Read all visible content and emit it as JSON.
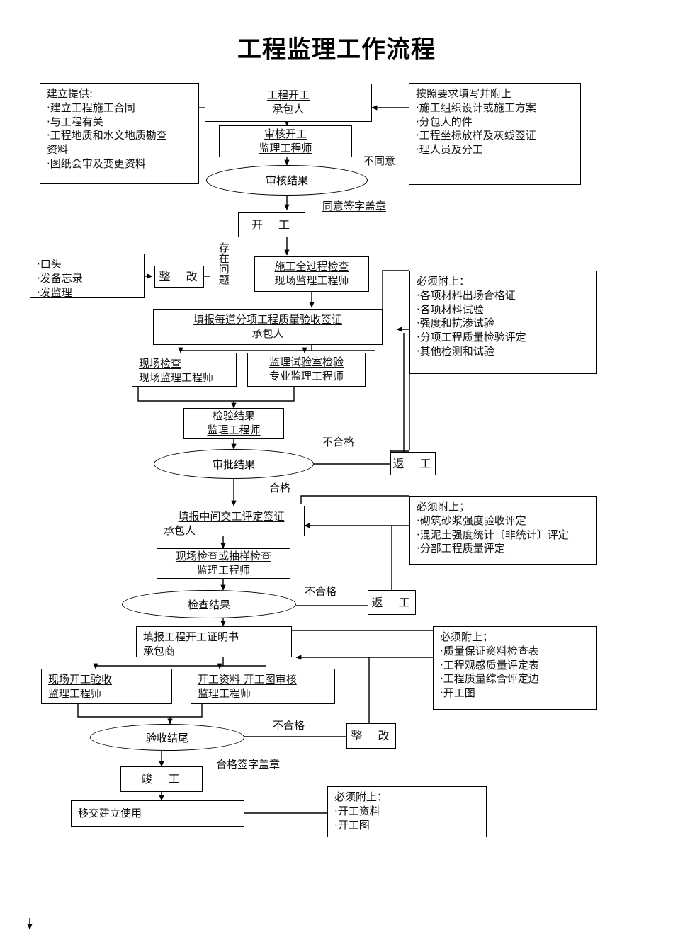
{
  "title": "工程监理工作流程",
  "boxes": {
    "provide_materials": {
      "header": "建立提供:",
      "items": [
        "·建立工程施工合同",
        "·与工程有关",
        "·工程地质和水文地质勘查",
        "资料",
        "·图纸会审及变更资料"
      ]
    },
    "project_start": {
      "line1": "工程开工",
      "line2": "承包人"
    },
    "review_start": {
      "line1": "审核开工",
      "line2": "监理工程师"
    },
    "fill_requirements": {
      "header": "按照要求填写并附上",
      "items": [
        "·施工组织设计或施工方案",
        "·分包人的件",
        "·工程坐标放样及灰线签证",
        "·理人员及分工"
      ]
    },
    "review_result": {
      "label": "审核结果"
    },
    "start_work": {
      "label": "开　工"
    },
    "notify_methods": {
      "items": [
        "·口头",
        "·发备忘录",
        "·发监理"
      ]
    },
    "rectify_1": {
      "label": "整　改"
    },
    "full_inspection": {
      "line1": "施工全过程检查",
      "line2": "现场监理工程师"
    },
    "quality_signoff": {
      "line1": "填报每道分项工程质量验收签证",
      "line2": "承包人"
    },
    "must_attach_1": {
      "header": "必须附上：",
      "items": [
        "·各项材料出场合格证",
        "·各项材料试验",
        "·强度和抗渗试验",
        "·分项工程质量检验评定",
        "·其他检测和试验"
      ]
    },
    "site_check": {
      "line1": "现场检查",
      "line2": "现场监理工程师"
    },
    "lab_check": {
      "line1": "监理试验室检验",
      "line2": "专业监理工程师"
    },
    "check_result": {
      "line1": "检验结果",
      "line2": "监理工程师"
    },
    "approve_result": {
      "label": "审批结果"
    },
    "rework_1": {
      "label": "返　工"
    },
    "interim_signoff": {
      "line1": "填报中间交工评定签证",
      "line2": "承包人"
    },
    "must_attach_2": {
      "header": "必须附上；",
      "items": [
        "·砌筑砂浆强度验收评定",
        "·混泥土强度统计〔非统计〕评定",
        "·分部工程质量评定"
      ]
    },
    "site_or_sample": {
      "line1": "现场检查或抽样检查",
      "line2": "监理工程师"
    },
    "inspect_result": {
      "label": "检查结果"
    },
    "rework_2": {
      "label": "返　工"
    },
    "completion_cert": {
      "line1": "填报工程开工证明书",
      "line2": "承包商"
    },
    "must_attach_3": {
      "header": "必须附上；",
      "items": [
        "·质量保证资料检查表",
        "·工程观感质量评定表",
        "·工程质量综合评定边",
        "·开工图"
      ]
    },
    "site_acceptance": {
      "line1": "现场开工验收",
      "line2": "监理工程师"
    },
    "docs_review": {
      "line1": "开工资料  开工图审核",
      "line2": "监理工程师"
    },
    "acceptance_end": {
      "label": "验收结尾"
    },
    "rectify_2": {
      "label": "整　改"
    },
    "finished": {
      "label": "竣　工"
    },
    "handover": {
      "label": "移交建立使用"
    },
    "must_attach_4": {
      "header": "必须附上：",
      "items": [
        "·开工资料",
        "·开工图"
      ]
    }
  },
  "labels": {
    "disagree": "不同意",
    "agree_sign_seal": "同意签字盖章",
    "has_problem": "存在问题",
    "fail_1": "不合格",
    "pass_1": "合格",
    "fail_2": "不合格",
    "fail_3": "不合格",
    "pass_sign_seal": "合格签字盖章"
  },
  "colors": {
    "stroke": "#000000",
    "background": "#ffffff",
    "text": "#111111"
  }
}
